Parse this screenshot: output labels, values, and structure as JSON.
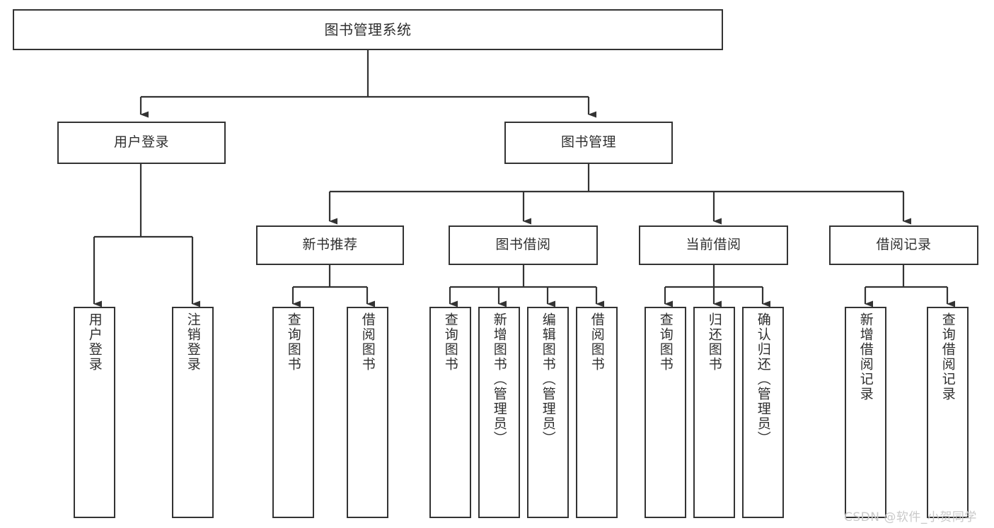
{
  "diagram": {
    "title": "图书管理系统",
    "type": "tree-hierarchy",
    "orientation": "top-down",
    "colors": {
      "background": "#ffffff",
      "box_border": "#333333",
      "box_fill": "#ffffff",
      "connector": "#333333",
      "text": "#2f2f2f",
      "watermark": "#c9c9c9"
    },
    "watermark": "CSDN @软件_小贺同学"
  },
  "nodes": {
    "root": {
      "label": "图书管理系统"
    },
    "level1": [
      {
        "label": "用户登录"
      },
      {
        "label": "图书管理"
      }
    ],
    "level2": [
      {
        "label": "新书推荐"
      },
      {
        "label": "图书借阅"
      },
      {
        "label": "当前借阅"
      },
      {
        "label": "借阅记录"
      }
    ],
    "leaves": {
      "user_login": [
        {
          "label": "用户登录"
        },
        {
          "label": "注销登录"
        }
      ],
      "new_book_recommend": [
        {
          "label": "查询图书"
        },
        {
          "label": "借阅图书"
        }
      ],
      "book_borrow": [
        {
          "label": "查询图书"
        },
        {
          "label": "新增图书（管理员）"
        },
        {
          "label": "编辑图书（管理员）"
        },
        {
          "label": "借阅图书"
        }
      ],
      "current_borrow": [
        {
          "label": "查询图书"
        },
        {
          "label": "归还图书"
        },
        {
          "label": "确认归还（管理员）"
        }
      ],
      "borrow_record": [
        {
          "label": "新增借阅记录"
        },
        {
          "label": "查询借阅记录"
        }
      ]
    }
  }
}
